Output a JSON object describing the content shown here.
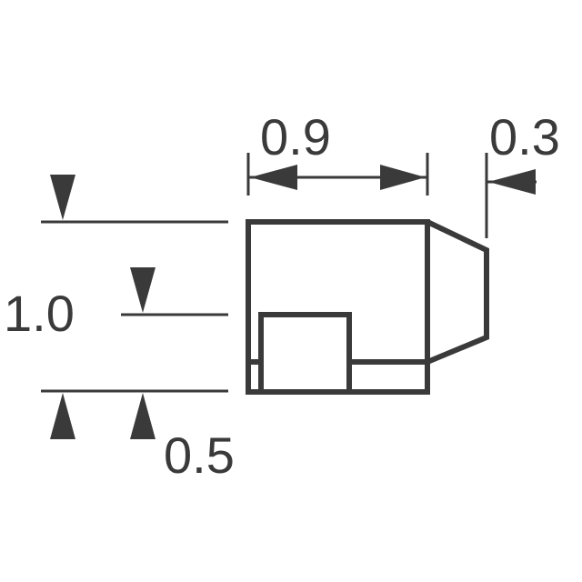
{
  "dimensions": {
    "width_top": "0.9",
    "width_side": "0.3",
    "height_total": "1.0",
    "height_lower": "0.5"
  },
  "colors": {
    "ink": "#3a3a3a",
    "background": "#ffffff"
  }
}
